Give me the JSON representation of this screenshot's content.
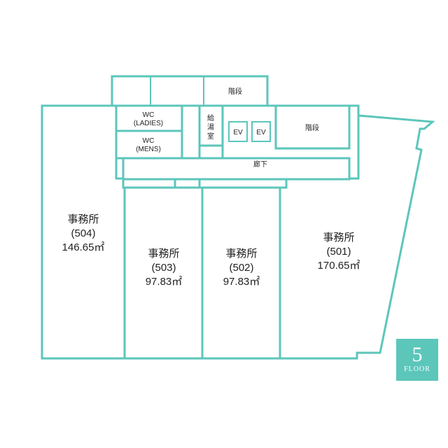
{
  "floor": {
    "number": "5",
    "word": "FLOOR"
  },
  "colors": {
    "wall": "#5cc6bb",
    "text": "#222222",
    "background": "#ffffff"
  },
  "rooms": {
    "stairs_top": "階段",
    "stairs_right": "階段",
    "wc_ladies": [
      "WC",
      "(LADIES)"
    ],
    "wc_mens": [
      "WC",
      "(MENS)"
    ],
    "kitchenette": [
      "給",
      "湯",
      "室"
    ],
    "ev1": "EV",
    "ev2": "EV",
    "corridor": "廊下",
    "office_504": {
      "name": "事務所",
      "unit": "(504)",
      "area": "146.65㎡"
    },
    "office_503": {
      "name": "事務所",
      "unit": "(503)",
      "area": "97.83㎡"
    },
    "office_502": {
      "name": "事務所",
      "unit": "(502)",
      "area": "97.83㎡"
    },
    "office_501": {
      "name": "事務所",
      "unit": "(501)",
      "area": "170.65㎡"
    }
  }
}
